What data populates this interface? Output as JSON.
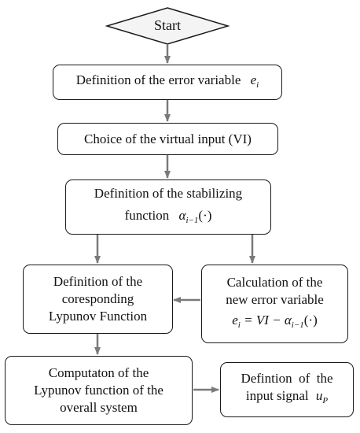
{
  "flowchart": {
    "start": "Start",
    "error_variable": {
      "text": "Definition of the error variable",
      "symbol": "e",
      "subscript": "i"
    },
    "virtual_input": "Choice of the virtual input (VI)",
    "stabilizing": {
      "line1": "Definition of the stabilizing",
      "line2": "function",
      "symbol": "α",
      "subscript": "i−1",
      "arg": "(·)"
    },
    "lyapunov_def": {
      "line1": "Definition of the",
      "line2": "coresponding",
      "line3": "Lypunov Function"
    },
    "new_error": {
      "line1": "Calculation of the",
      "line2": "new error variable",
      "eq_lhs": "e",
      "eq_lhs_sub": "i",
      "eq_mid": " = VI − α",
      "eq_sub": "i−1",
      "eq_arg": "(·)"
    },
    "computation": {
      "line1": "Computaton of the",
      "line2": "Lypunov function of the",
      "line3": "overall system"
    },
    "input_signal": {
      "line1": "Defintion  of  the",
      "line2": "input signal",
      "symbol": "u",
      "subscript": "P"
    }
  }
}
